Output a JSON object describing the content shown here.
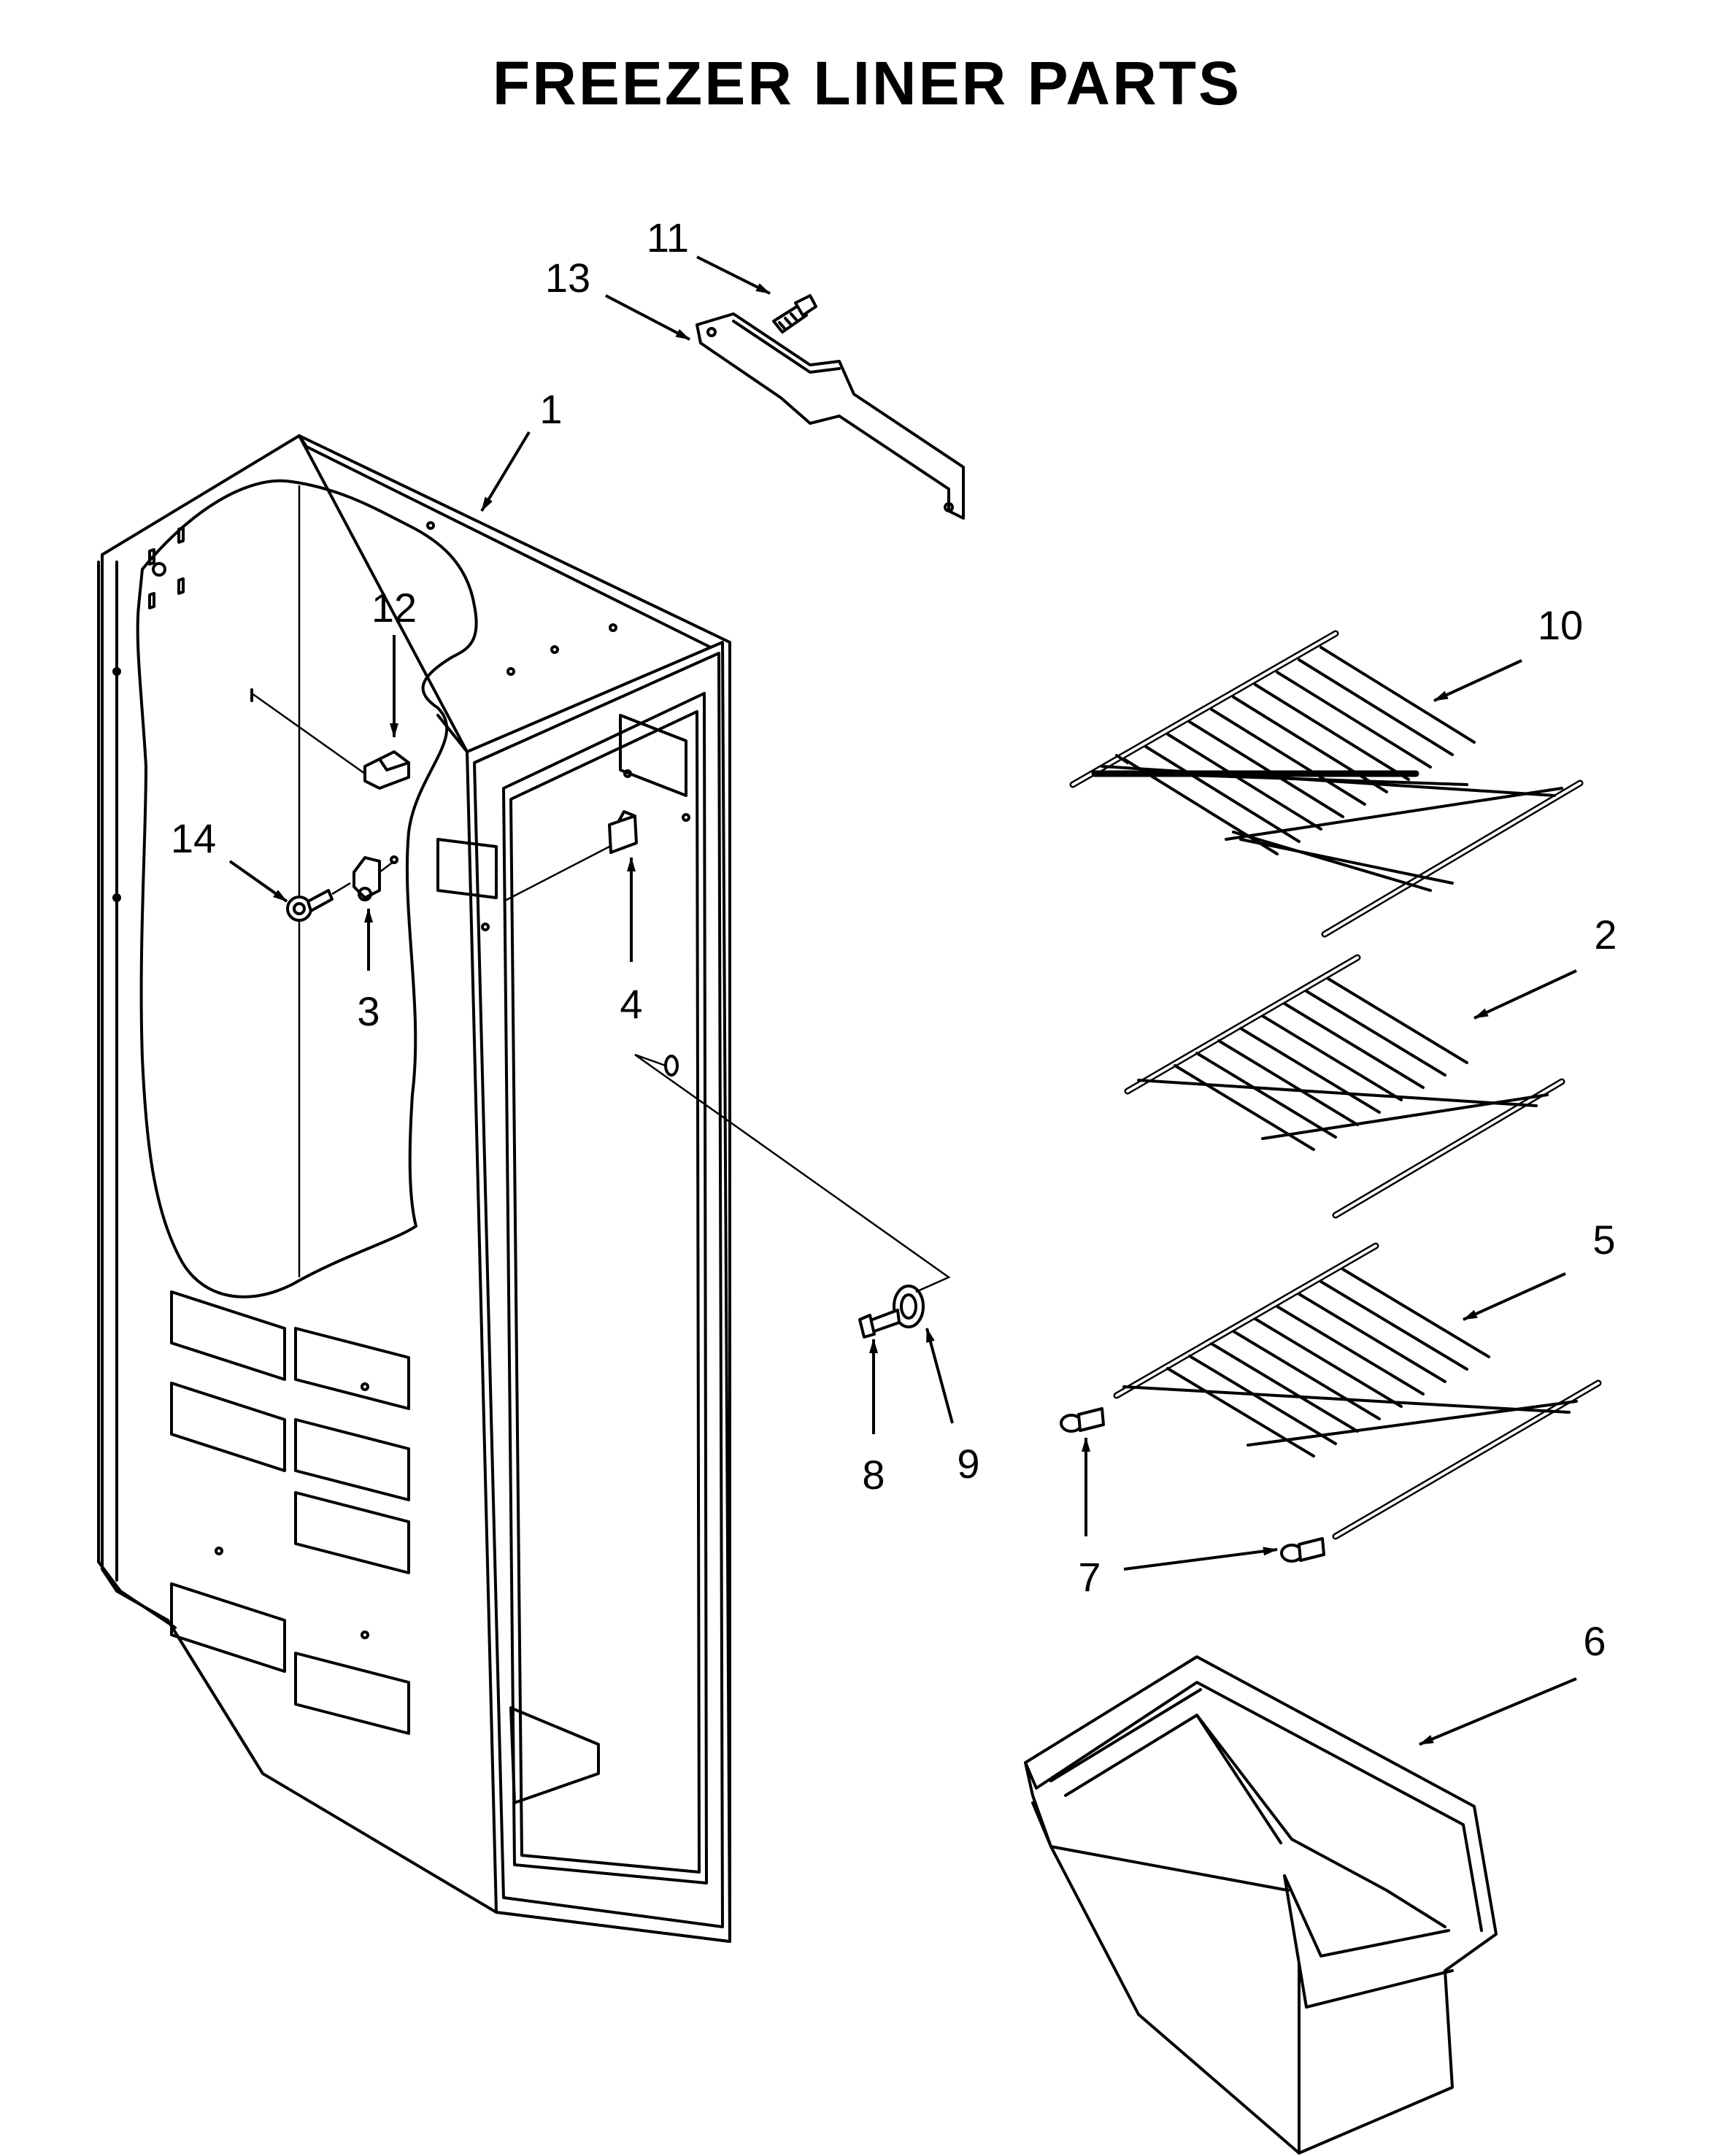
{
  "title": "FREEZER LINER PARTS",
  "callouts": [
    {
      "id": "1",
      "label": "1"
    },
    {
      "id": "2",
      "label": "2"
    },
    {
      "id": "3",
      "label": "3"
    },
    {
      "id": "4",
      "label": "4"
    },
    {
      "id": "5",
      "label": "5"
    },
    {
      "id": "6",
      "label": "6"
    },
    {
      "id": "7",
      "label": "7"
    },
    {
      "id": "8",
      "label": "8"
    },
    {
      "id": "9",
      "label": "9"
    },
    {
      "id": "10",
      "label": "10"
    },
    {
      "id": "11",
      "label": "11"
    },
    {
      "id": "12",
      "label": "12"
    },
    {
      "id": "13",
      "label": "13"
    },
    {
      "id": "14",
      "label": "14"
    }
  ]
}
